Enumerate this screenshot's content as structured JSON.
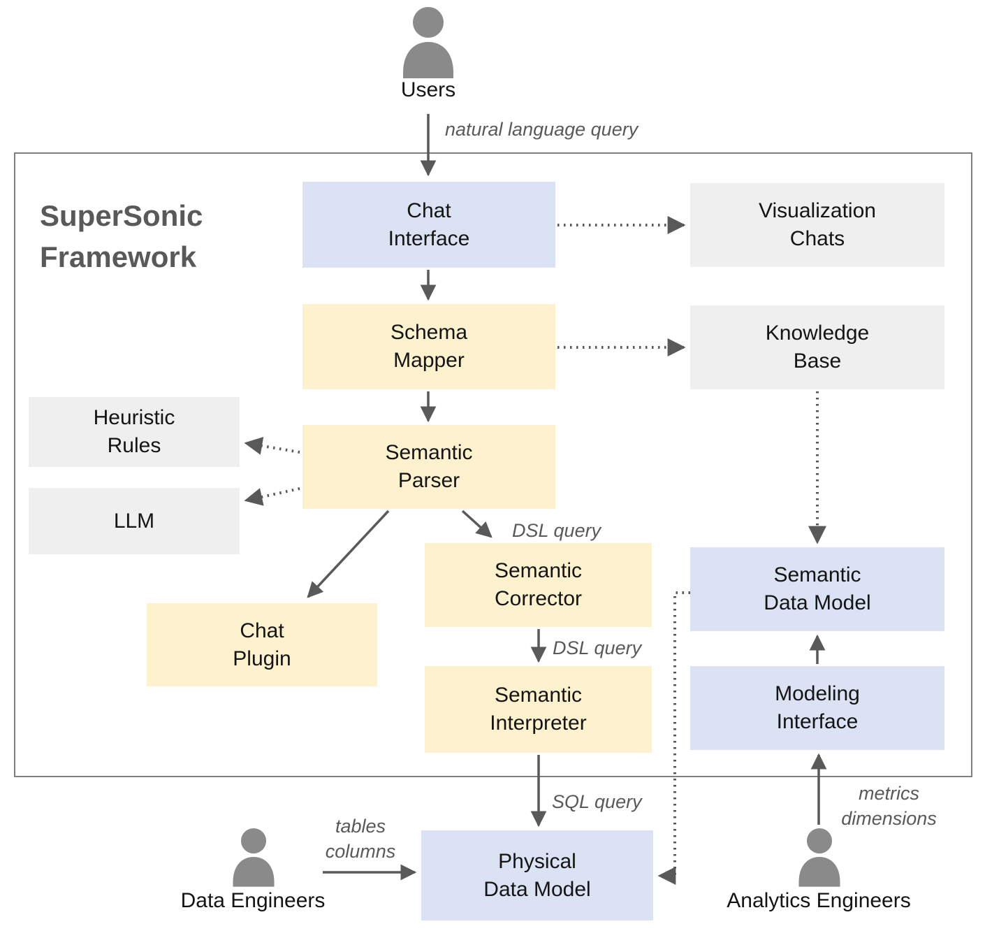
{
  "title": "SuperSonic\nFramework",
  "actors": {
    "users": "Users",
    "data_engineers": "Data Engineers",
    "analytics_engineers": "Analytics Engineers"
  },
  "nodes": {
    "chat_interface": "Chat\nInterface",
    "visualization_chats": "Visualization\nChats",
    "schema_mapper": "Schema\nMapper",
    "knowledge_base": "Knowledge\nBase",
    "heuristic_rules": "Heuristic\nRules",
    "llm": "LLM",
    "semantic_parser": "Semantic\nParser",
    "chat_plugin": "Chat\nPlugin",
    "semantic_corrector": "Semantic\nCorrector",
    "semantic_interpreter": "Semantic\nInterpreter",
    "semantic_data_model": "Semantic\nData Model",
    "modeling_interface": "Modeling\nInterface",
    "physical_data_model": "Physical\nData Model"
  },
  "edge_labels": {
    "natural_language_query": "natural language query",
    "dsl_query_1": "DSL query",
    "dsl_query_2": "DSL query",
    "sql_query": "SQL query",
    "tables_columns": "tables\ncolumns",
    "metrics_dimensions": "metrics\ndimensions"
  },
  "colors": {
    "blue_node": "#dae2f3",
    "yellow_node": "#fdf2cd",
    "gray_node": "#efefef",
    "arrow_color": "#595959",
    "frame_border": "#7f7f7f",
    "title_color": "#595959",
    "label_color": "#595959",
    "icon_color": "#8a8a8a"
  }
}
